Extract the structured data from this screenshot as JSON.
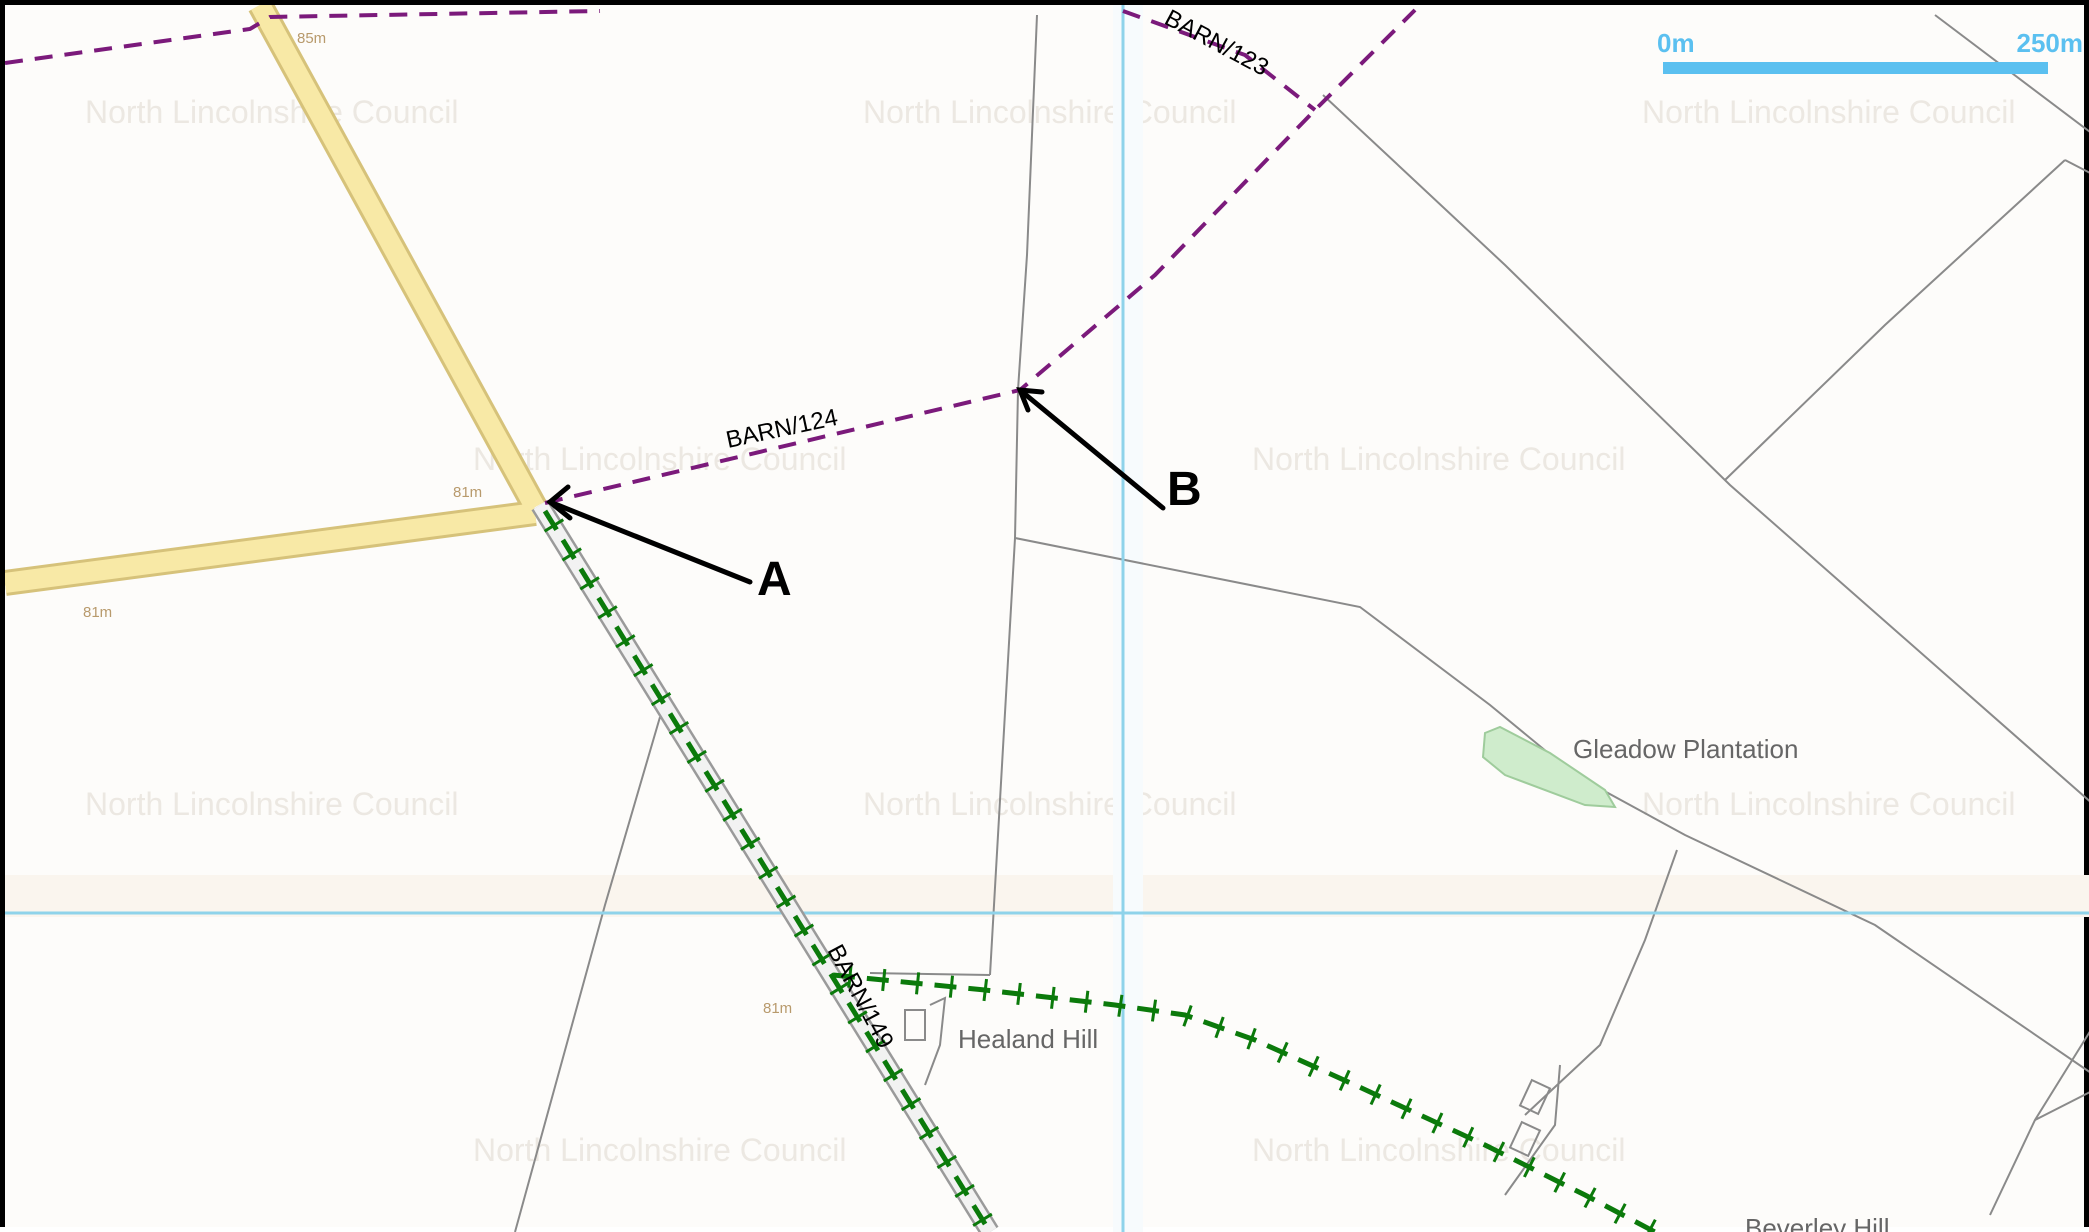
{
  "map": {
    "watermark": "North Lincolnshire Council",
    "scale_bar": {
      "start_label": "0m",
      "end_label": "250m",
      "color": "#5bc0f0"
    },
    "routes": {
      "barn_123": {
        "label": "BARN/123",
        "color": "#7b1a7b",
        "style": "dashed"
      },
      "barn_124": {
        "label": "BARN/124",
        "color": "#7b1a7b",
        "style": "dashed"
      },
      "barn_149": {
        "label": "BARN/149",
        "color": "#0b7a0b",
        "style": "dashed-ticked"
      }
    },
    "markers": {
      "a": {
        "label": "A"
      },
      "b": {
        "label": "B"
      }
    },
    "place_names": {
      "plantation": "Gleadow Plantation",
      "farm": "Healand Hill",
      "farm_partial": "Beverley Hill"
    },
    "spot_heights": {
      "top": "85m",
      "near_a": "81m",
      "left_road": "81m",
      "lower": "81m"
    },
    "colors": {
      "minor_road_fill": "#f8e9a6",
      "minor_road_edge": "#d6c27a",
      "grid_line": "#8fd3ea",
      "woodland": "#cfeccc",
      "field_boundary": "#8a8a8a"
    }
  }
}
